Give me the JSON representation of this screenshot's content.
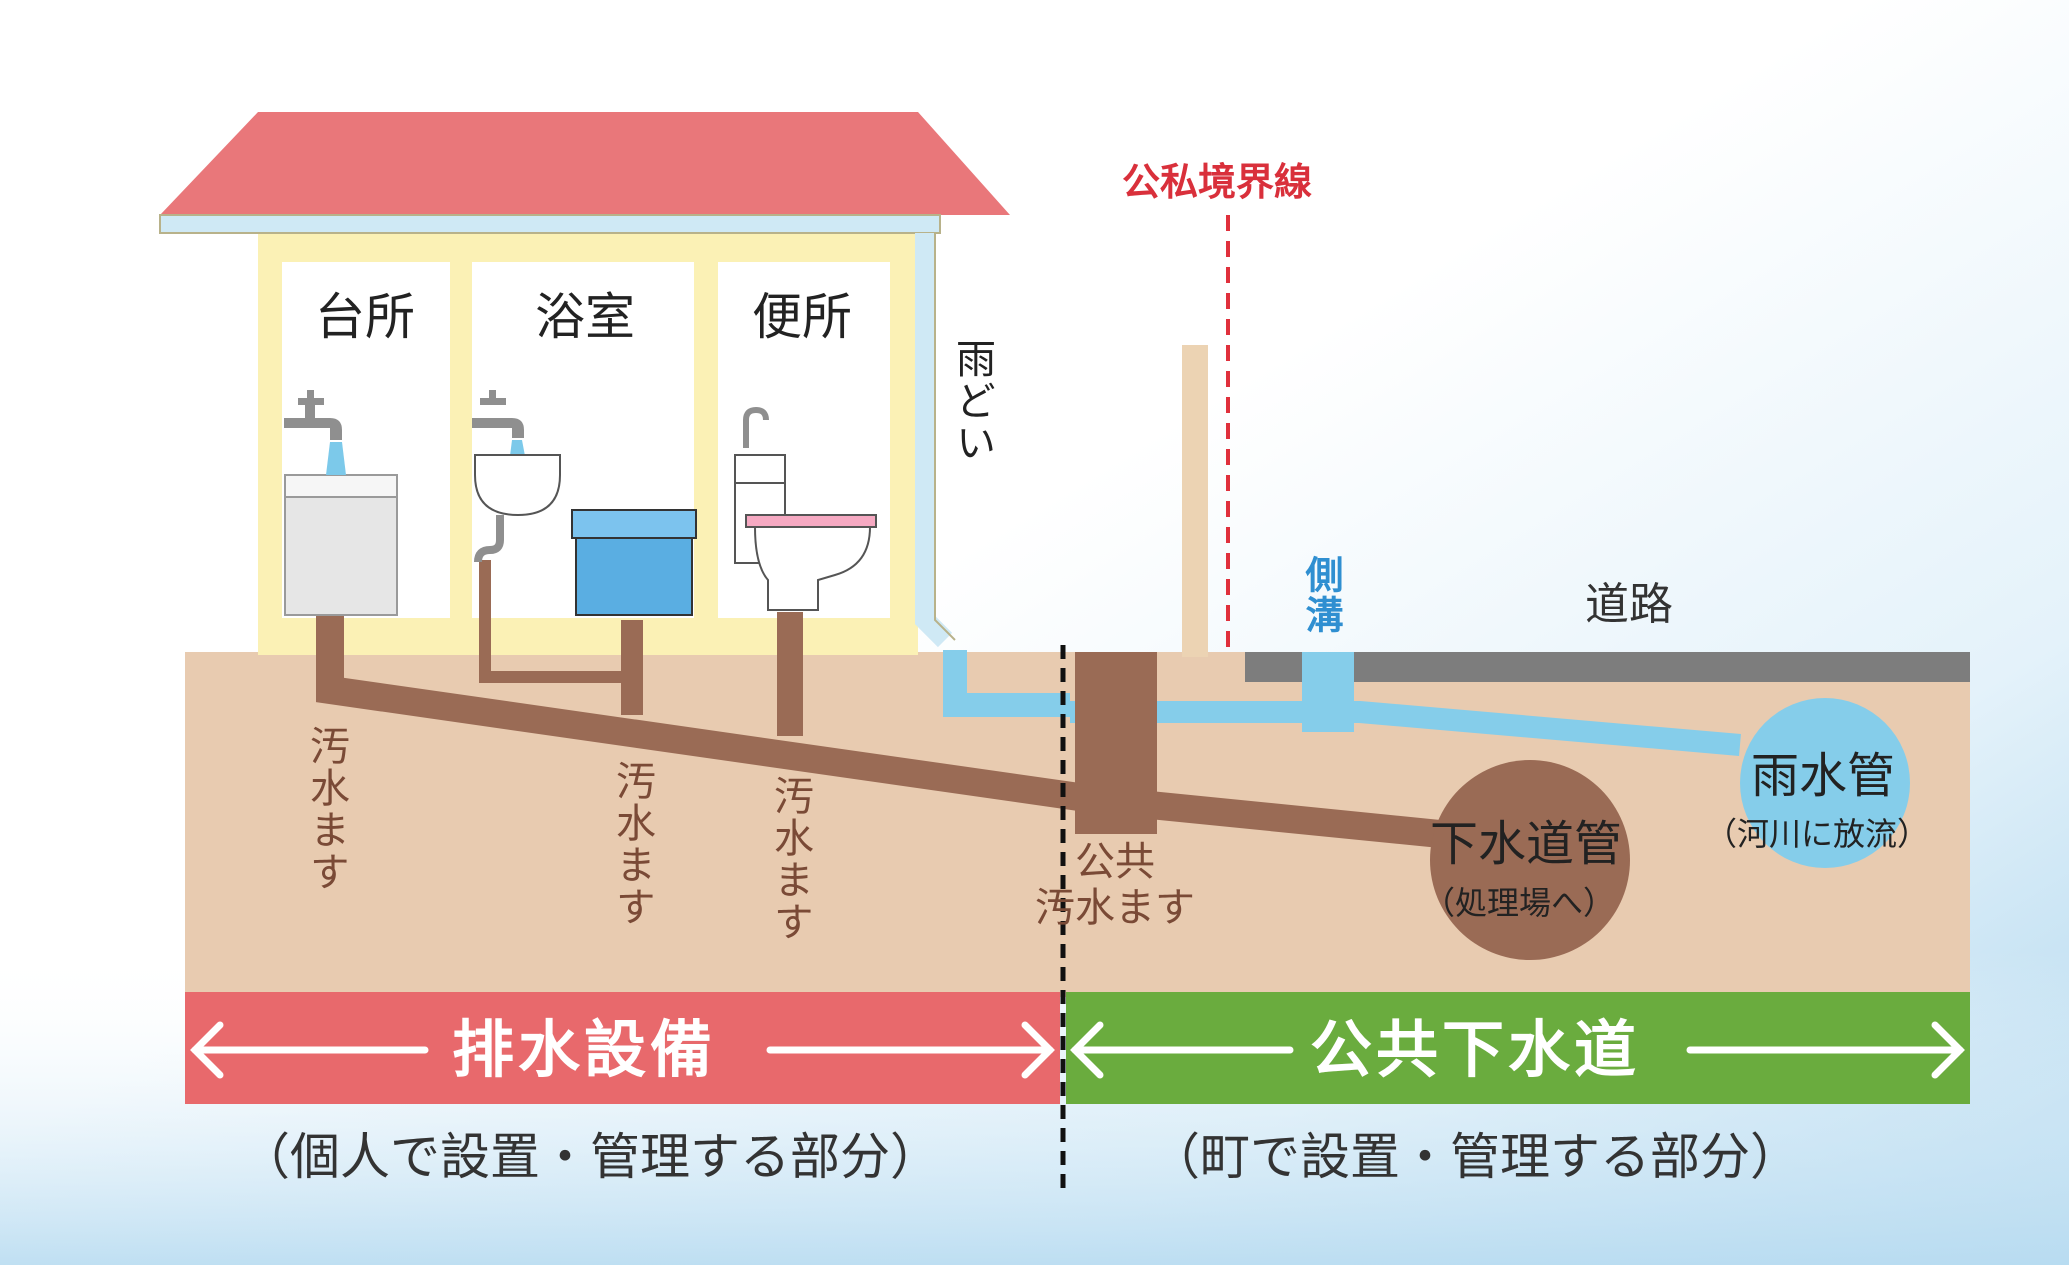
{
  "rooms": {
    "kitchen": "台所",
    "bathroom": "浴室",
    "toilet": "便所"
  },
  "labels": {
    "downspout": "雨どい",
    "boundary": "公私境界線",
    "side_ditch": "側溝",
    "road": "道路",
    "sewage_basin": "汚水ます",
    "public_basin_line1": "公共",
    "public_basin_line2": "汚水ます",
    "sewer_pipe": "下水道管",
    "sewer_pipe_note": "（処理場へ）",
    "storm_pipe": "雨水管",
    "storm_pipe_note": "（河川に放流）"
  },
  "bands": {
    "private_title": "排水設備",
    "private_note": "（個人で設置・管理する部分）",
    "public_title": "公共下水道",
    "public_note": "（町で設置・管理する部分）"
  },
  "colors": {
    "roof": "#e9777a",
    "wall": "#fbf1b5",
    "soil": "#e8cbb0",
    "sewage_pipe": "#9a6b55",
    "storm_pipe": "#85cdea",
    "road": "#7d7d7d",
    "private_band": "#e8696c",
    "public_band": "#6aac3e",
    "boundary_line": "#e0303c"
  }
}
